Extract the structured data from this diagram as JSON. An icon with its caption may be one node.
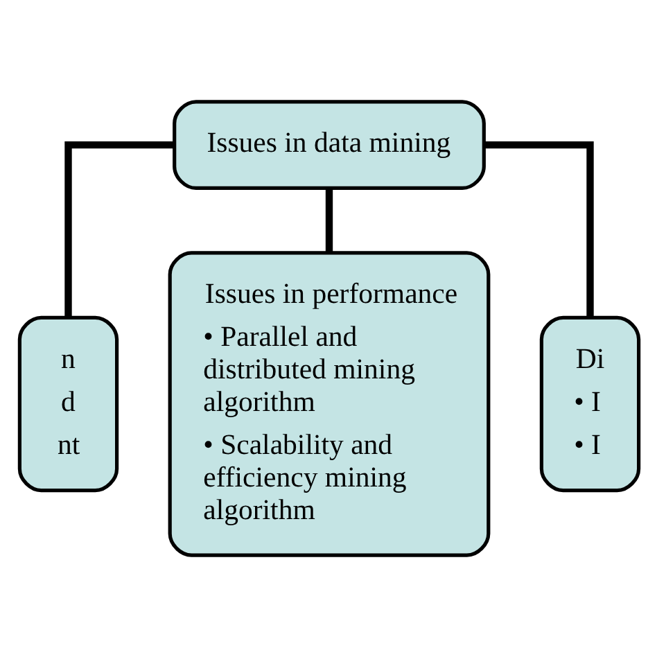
{
  "diagram": {
    "nodes": [
      {
        "text": [
          "Issues in data mining"
        ]
      },
      {
        "text": [
          "n",
          "d",
          "nt"
        ]
      },
      {
        "text": [
          "Issues in performance",
          "• Parallel and distributed mining algorithm",
          "• Scalability and efficiency mining algorithm"
        ]
      },
      {
        "text": [
          "Di",
          "• I",
          "• I"
        ]
      }
    ],
    "edges": [
      {
        "from": 0,
        "to": 1,
        "arrow": "none"
      },
      {
        "from": 0,
        "to": 2,
        "arrow": "none"
      },
      {
        "from": 0,
        "to": 3,
        "arrow": "none"
      }
    ]
  }
}
